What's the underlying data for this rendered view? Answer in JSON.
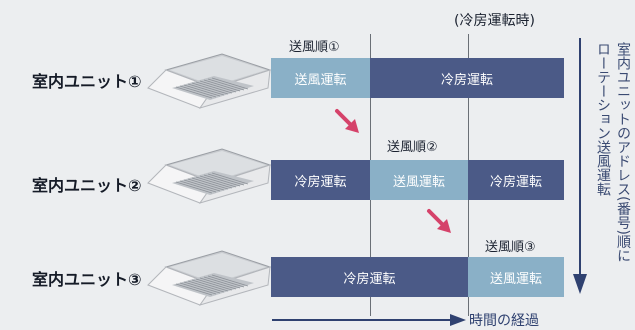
{
  "header": {
    "mode_label": "(冷房運転時)"
  },
  "units": [
    {
      "label": "室内ユニット①",
      "order_label": "送風順①",
      "segments": [
        {
          "text": "送風運転",
          "kind": "fan"
        },
        {
          "text": "冷房運転",
          "kind": "cool"
        }
      ]
    },
    {
      "label": "室内ユニット②",
      "order_label": "送風順②",
      "segments": [
        {
          "text": "冷房運転",
          "kind": "cool"
        },
        {
          "text": "送風運転",
          "kind": "fan"
        },
        {
          "text": "冷房運転",
          "kind": "cool"
        }
      ]
    },
    {
      "label": "室内ユニット③",
      "order_label": "送風順③",
      "segments": [
        {
          "text": "冷房運転",
          "kind": "cool"
        },
        {
          "text": "送風運転",
          "kind": "fan"
        }
      ]
    }
  ],
  "time_axis": {
    "label": "時間の経過",
    "icon": "arrow-right-icon"
  },
  "rotation": {
    "text_line1": "室内ユニットのアドレス(番号)順に",
    "text_line2": "ローテーション送風運転",
    "icon": "arrow-down-icon"
  },
  "colors": {
    "fan": "#8ab0c7",
    "cool": "#4b5a87",
    "arrow_pink": "#d5426a",
    "arrow_navy": "#2f4170",
    "background": "#eceef0"
  }
}
